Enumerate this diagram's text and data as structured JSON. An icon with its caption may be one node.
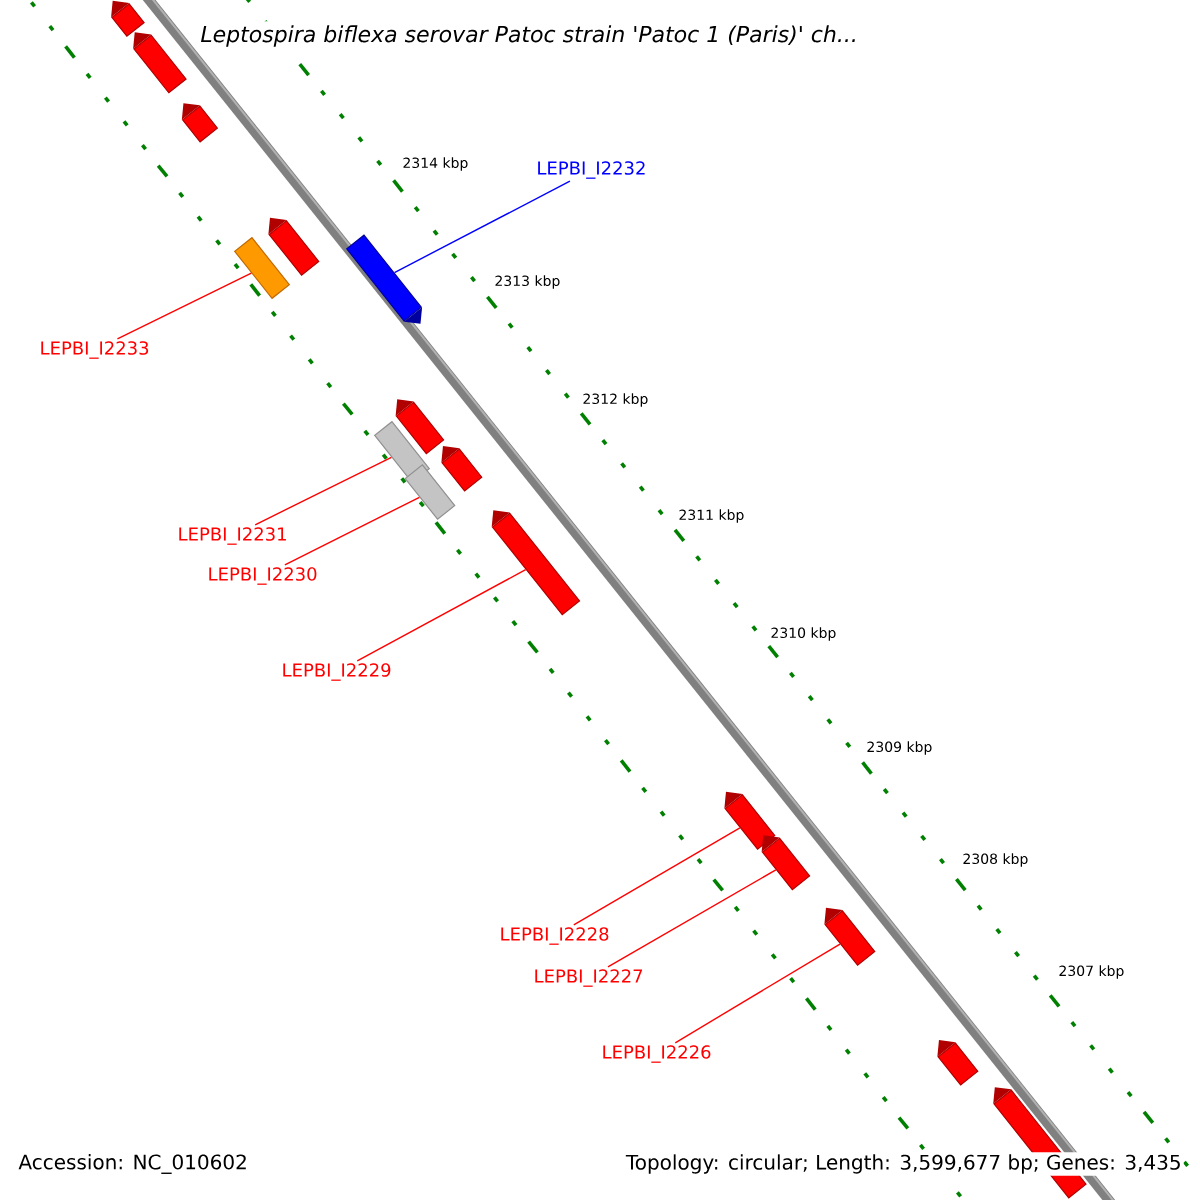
{
  "diagram": {
    "title": "*Leptospira biflexa* serovar Patoc strain 'Patoc 1 (Paris)' ch...",
    "nodes": [
      {
        "text": [
          "LEPBI_I2232"
        ]
      },
      {
        "text": [
          "LEPBI_I2233"
        ]
      },
      {
        "text": [
          "LEPBI_I2231"
        ]
      },
      {
        "text": [
          "LEPBI_I2230"
        ]
      },
      {
        "text": [
          "LEPBI_I2229"
        ]
      },
      {
        "text": [
          "LEPBI_I2228"
        ]
      },
      {
        "text": [
          "LEPBI_I2227"
        ]
      },
      {
        "text": [
          "LEPBI_I2226"
        ]
      },
      {
        "text": [],
        "shape": "bar"
      },
      {
        "text": [],
        "shape": "bar"
      },
      {
        "text": [],
        "shape": "bar"
      },
      {
        "text": [],
        "shape": "bar"
      },
      {
        "text": [],
        "shape": "bar"
      },
      {
        "text": [],
        "shape": "bar"
      },
      {
        "text": [],
        "shape": "bar"
      },
      {
        "text": [],
        "shape": "bar"
      },
      {
        "text": [],
        "shape": "bar"
      },
      {
        "text": [],
        "shape": "bar"
      },
      {
        "text": [],
        "shape": "bar"
      },
      {
        "text": [],
        "shape": "bar"
      },
      {
        "text": [],
        "shape": "bar"
      },
      {
        "text": [],
        "shape": "bar"
      },
      {
        "text": [],
        "shape": "bar"
      },
      {
        "text": [],
        "shape": "bar"
      }
    ],
    "edges": [
      {
        "from": 0,
        "to": 13,
        "arrow": "none",
        "color": "#0000ff"
      },
      {
        "from": 1,
        "to": 12,
        "arrow": "none"
      },
      {
        "from": 2,
        "to": 15,
        "arrow": "none"
      },
      {
        "from": 3,
        "to": 17,
        "arrow": "none"
      },
      {
        "from": 4,
        "to": 18,
        "arrow": "none"
      },
      {
        "from": 5,
        "to": 19,
        "arrow": "none"
      },
      {
        "from": 6,
        "to": 20,
        "arrow": "none"
      },
      {
        "from": 7,
        "to": 21,
        "arrow": "none"
      }
    ],
    "labels": [
      "2314 kbp",
      "2313 kbp",
      "2312 kbp",
      "2311 kbp",
      "2310 kbp",
      "2309 kbp",
      "2308 kbp",
      "2307 kbp",
      "Accession: NC_010602",
      "Topology: circular; Length: 3,599,677 bp; Genes: 3,435"
    ]
  }
}
